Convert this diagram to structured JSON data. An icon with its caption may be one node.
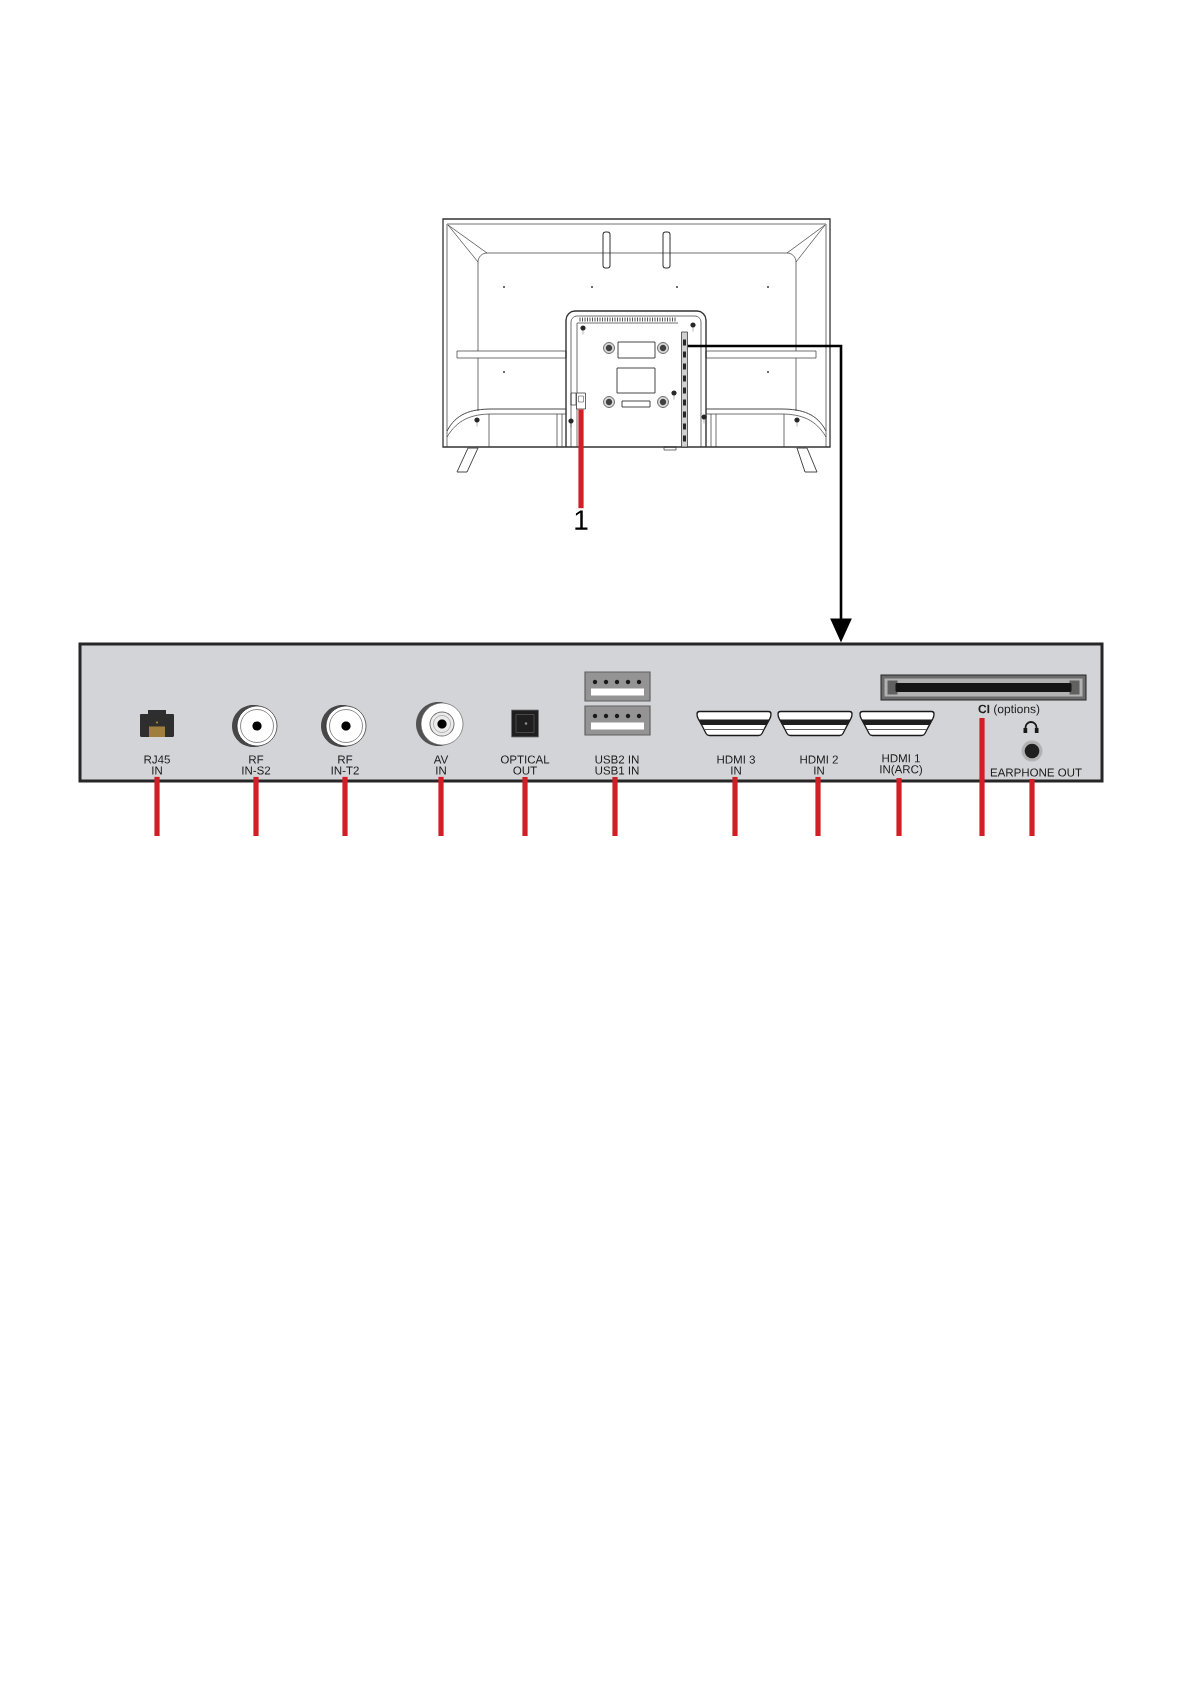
{
  "diagram": {
    "nodes": [
      {
        "text": [],
        "shape": "picture"
      },
      {
        "text": [],
        "shape": "bar",
        "in": 0
      },
      {
        "text": [],
        "shape": "box",
        "in": 0
      },
      {
        "text": [
          "1"
        ]
      },
      {
        "text": [],
        "shape": "box"
      },
      {
        "text": [],
        "shape": "picture",
        "in": 4,
        "beside": [
          "RJ45 IN"
        ]
      },
      {
        "text": [],
        "shape": "picture",
        "in": 4,
        "beside": [
          "RF IN-S2"
        ]
      },
      {
        "text": [],
        "shape": "picture",
        "in": 4,
        "beside": [
          "RF IN-T2"
        ]
      },
      {
        "text": [],
        "shape": "picture",
        "in": 4,
        "beside": [
          "AV IN"
        ]
      },
      {
        "text": [],
        "shape": "picture",
        "in": 4,
        "beside": [
          "OPTICAL OUT"
        ]
      },
      {
        "text": [],
        "shape": "picture",
        "in": 4,
        "beside": [
          "USB2 IN",
          "USB1 IN"
        ]
      },
      {
        "text": [],
        "shape": "picture",
        "in": 4,
        "beside": [
          "HDMI 3 IN"
        ]
      },
      {
        "text": [],
        "shape": "picture",
        "in": 4,
        "beside": [
          "HDMI 2 IN"
        ]
      },
      {
        "text": [],
        "shape": "picture",
        "in": 4,
        "beside": [
          "HDMI 1 IN(ARC)"
        ]
      },
      {
        "text": [],
        "shape": "picture",
        "in": 4,
        "beside": [
          "**CI** (options)"
        ]
      },
      {
        "text": [],
        "shape": "picture",
        "in": 4,
        "beside": [
          "EARPHONE OUT"
        ]
      }
    ],
    "edges": [
      {
        "from": 3,
        "to": 2,
        "arrow": "none"
      },
      {
        "from": 1,
        "to": 4,
        "arrow": "to",
        "color": "#000000"
      },
      {
        "from": null,
        "to": 5,
        "arrow": "none"
      },
      {
        "from": null,
        "to": 6,
        "arrow": "none"
      },
      {
        "from": null,
        "to": 7,
        "arrow": "none"
      },
      {
        "from": null,
        "to": 8,
        "arrow": "none"
      },
      {
        "from": null,
        "to": 9,
        "arrow": "none"
      },
      {
        "from": null,
        "to": 10,
        "arrow": "none"
      },
      {
        "from": null,
        "to": 11,
        "arrow": "none"
      },
      {
        "from": null,
        "to": 12,
        "arrow": "none"
      },
      {
        "from": null,
        "to": 13,
        "arrow": "none"
      },
      {
        "from": null,
        "to": 14,
        "arrow": "none"
      },
      {
        "from": null,
        "to": 15,
        "arrow": "none"
      }
    ]
  }
}
